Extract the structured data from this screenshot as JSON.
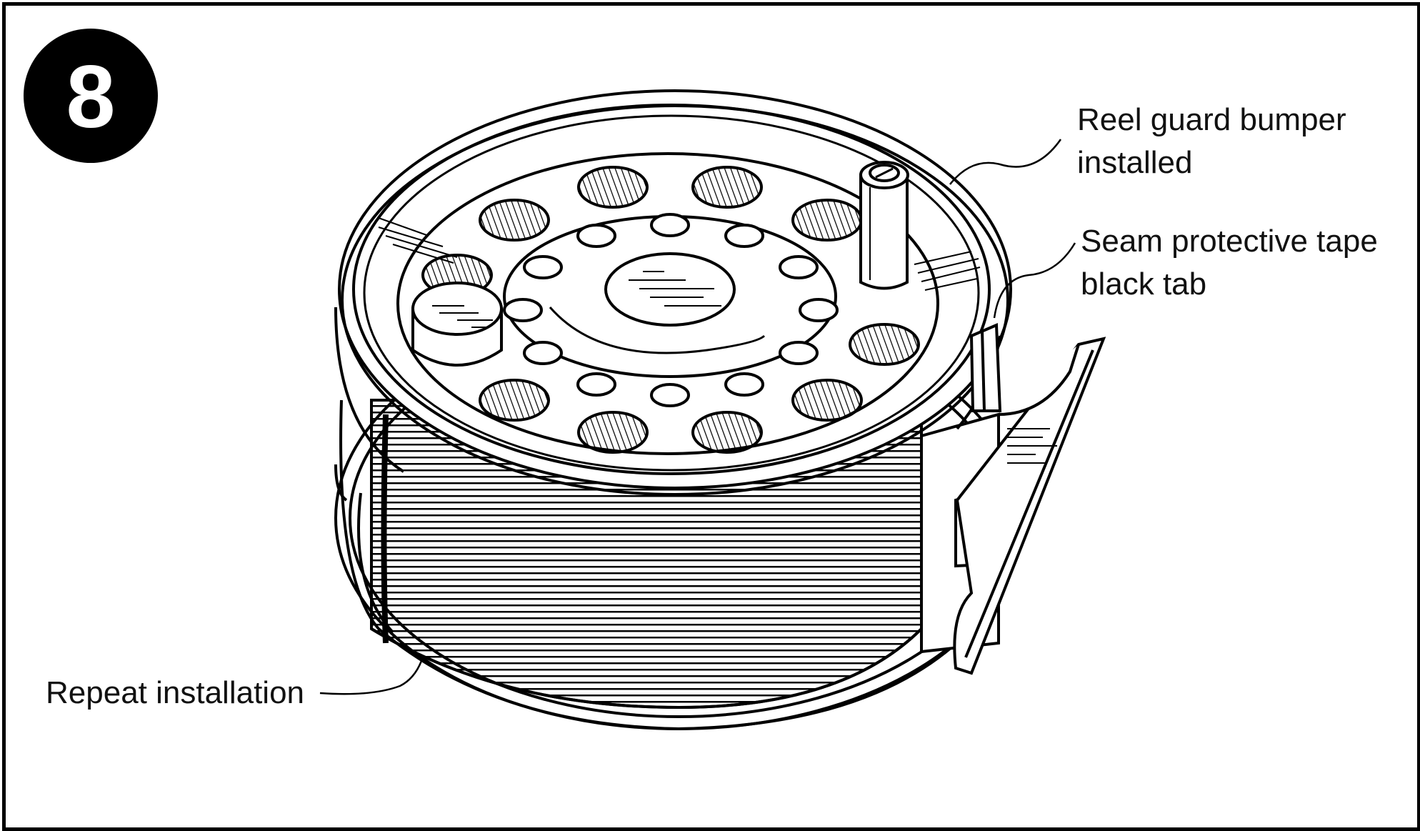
{
  "step": {
    "number": "8"
  },
  "callouts": {
    "reel_guard_bumper": "Reel guard bumper\ninstalled",
    "seam_tape": "Seam protective tape\nblack tab",
    "repeat": "Repeat installation"
  },
  "colors": {
    "ink": "#000000",
    "paper": "#ffffff"
  }
}
